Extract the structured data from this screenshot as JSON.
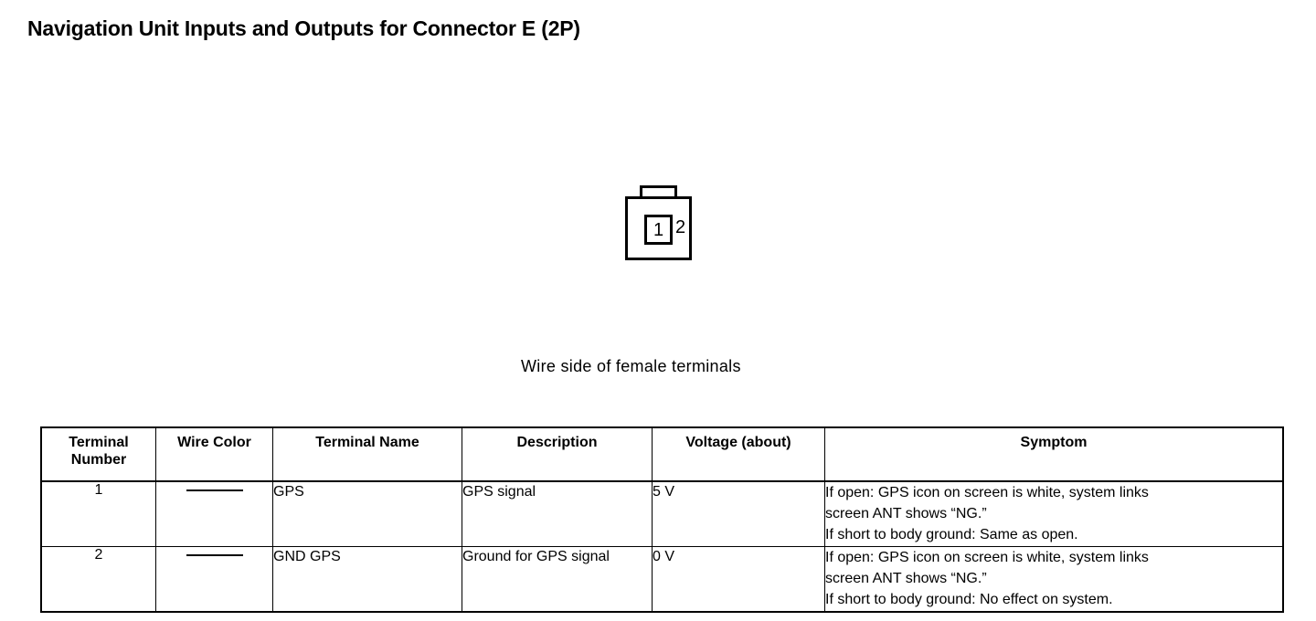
{
  "page_title": "Navigation Unit Inputs and Outputs for Connector E (2P)",
  "connector": {
    "name": "connector-e-2p",
    "terminal_1_label": "1",
    "terminal_2_label": "2",
    "caption": "Wire side of female terminals"
  },
  "table": {
    "headers": [
      "Terminal Number",
      "Wire Color",
      "Terminal Name",
      "Description",
      "Voltage (about)",
      "Symptom"
    ],
    "rows": [
      {
        "terminal_number": "1",
        "wire_color": "—",
        "terminal_name": "GPS",
        "description": "GPS signal",
        "voltage": "5 V",
        "symptom_lines": [
          "If open: GPS icon on screen is white, system links",
          "screen ANT shows “NG.”",
          "If short to body ground: Same as open."
        ]
      },
      {
        "terminal_number": "2",
        "wire_color": "—",
        "terminal_name": "GND GPS",
        "description": "Ground for GPS signal",
        "voltage": "0 V",
        "symptom_lines": [
          "If open: GPS icon on screen is white, system links",
          "screen ANT shows “NG.”",
          "If short to body ground: No effect on system."
        ]
      }
    ]
  }
}
